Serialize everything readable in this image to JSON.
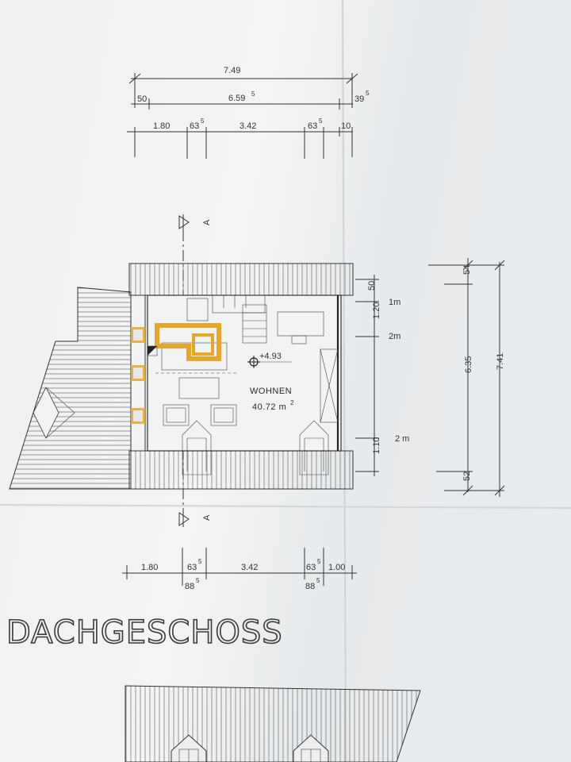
{
  "drawing": {
    "title": "DACHGESCHOSS",
    "room_name": "WOHNEN",
    "room_area": "40.72 m",
    "room_area_exp": "2",
    "level_mark": "+4.93",
    "section_mark": "A",
    "top_dims": {
      "overall": "7.49",
      "inner": "6.59",
      "inner_sup": "5",
      "left_offset": "50",
      "right_offset": "39",
      "right_offset_sup": "5",
      "seg_a": "1.80",
      "seg_b": "63",
      "seg_b_sup": "5",
      "seg_c": "3.42",
      "seg_d": "63",
      "seg_d_sup": "5",
      "seg_e": "10"
    },
    "bottom_dims": {
      "seg_a": "1.80",
      "seg_b": "63",
      "seg_b_sup": "5",
      "seg_b2": "88",
      "seg_b2_sup": "5",
      "seg_c": "3.42",
      "seg_d": "63",
      "seg_d_sup": "5",
      "seg_d2": "88",
      "seg_d2_sup": "5",
      "seg_e": "1.00"
    },
    "right_dims": {
      "top_strip": "54",
      "inner": "6.35",
      "overall": "7.41",
      "bottom_strip": "52",
      "h1": "50",
      "h2": "1.20",
      "h3": "1.10",
      "mark_1m": "1m",
      "mark_2m_top": "2m",
      "mark_2m_bottom": "2 m"
    },
    "colors": {
      "chimney": "#e8a62a",
      "ink": "#333333"
    }
  }
}
